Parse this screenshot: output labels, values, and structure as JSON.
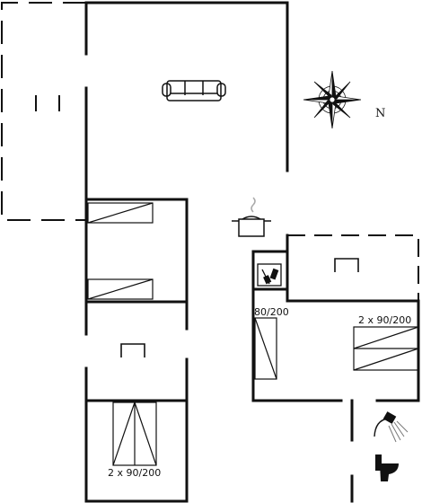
{
  "compass": {
    "north_label": "N"
  },
  "beds": {
    "single": "80/200",
    "double_right": "2 x 90/200",
    "double_bottom": "2 x 90/200"
  },
  "icons": [
    "sofa-icon",
    "cooking-pot-icon",
    "washing-machine-icon",
    "shower-icon",
    "toilet-icon",
    "compass-rose-icon"
  ]
}
